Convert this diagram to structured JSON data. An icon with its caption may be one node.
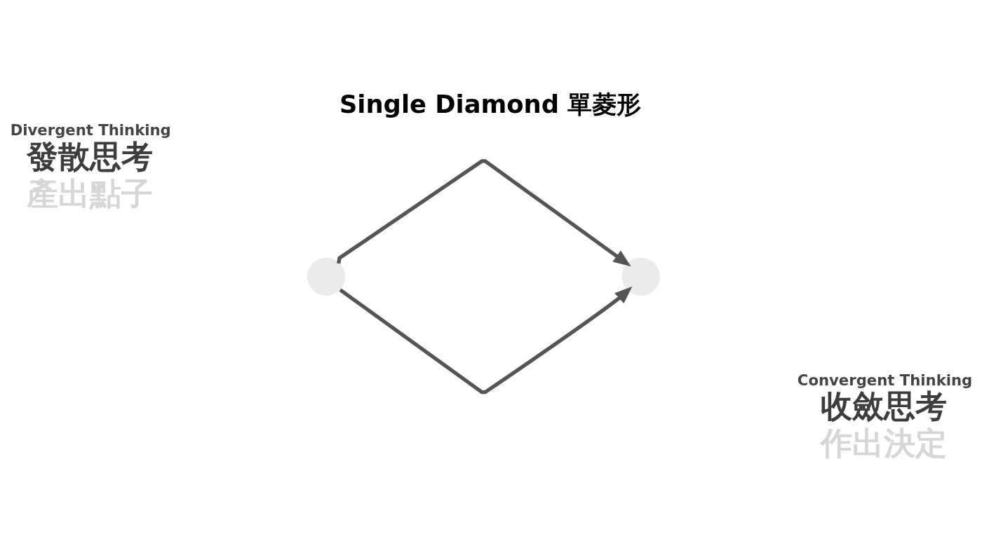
{
  "diagram": {
    "title": "Single Diamond 單菱形",
    "nodes": [
      {
        "text": [],
        "shape": "circle"
      },
      {
        "text": [],
        "shape": "circle"
      }
    ],
    "edges": [
      {
        "from": 0,
        "to": 1,
        "arrow": "to"
      },
      {
        "from": 0,
        "to": 1,
        "arrow": "to"
      }
    ],
    "labels": [
      "Divergent Thinking",
      "發散思考",
      "產出點子",
      "Convergent Thinking",
      "收斂思考",
      "作出決定"
    ]
  }
}
